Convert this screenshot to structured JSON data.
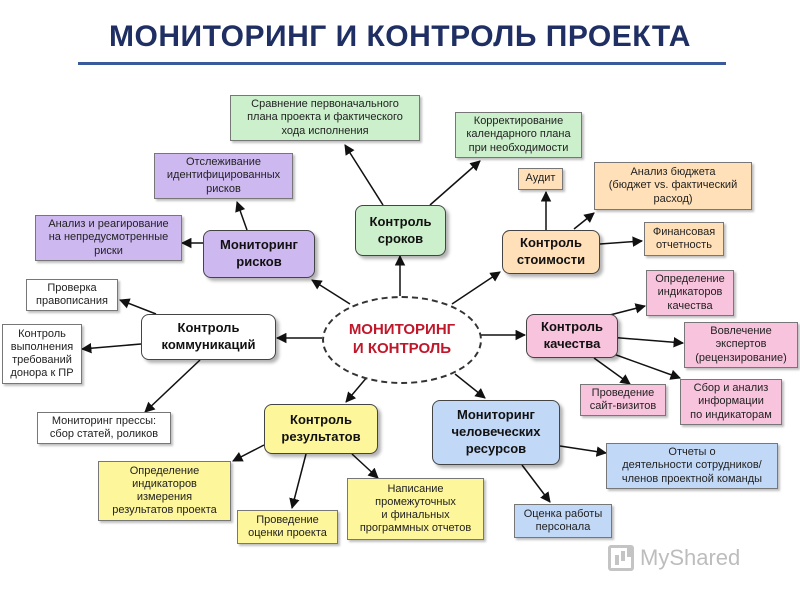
{
  "title": "МОНИТОРИНГ И КОНТРОЛЬ ПРОЕКТА",
  "colors": {
    "title": "#1f2f63",
    "center_text": "#c0172a",
    "green": "#ccefcc",
    "purple": "#cdb8f0",
    "orange": "#ffe0b8",
    "pink": "#f8c3dd",
    "blue": "#c2d8f7",
    "yellow": "#fdf69a",
    "white": "#ffffff"
  },
  "center": {
    "line1": "МОНИТОРИНГ",
    "line2": "И КОНТРОЛЬ"
  },
  "hubs": {
    "schedule": {
      "line1": "Контроль",
      "line2": "сроков"
    },
    "risks": {
      "line1": "Мониторинг",
      "line2": "рисков"
    },
    "cost": {
      "line1": "Контроль",
      "line2": "стоимости"
    },
    "communications": {
      "line1": "Контроль",
      "line2": "коммуникаций"
    },
    "quality": {
      "line1": "Контроль",
      "line2": "качества"
    },
    "results": {
      "line1": "Контроль",
      "line2": "результатов"
    },
    "hr": {
      "line1": "Мониторинг",
      "line2": "человеческих",
      "line3": "ресурсов"
    }
  },
  "notes": {
    "plan_vs_actual": {
      "line1": "Сравнение первоначального",
      "line2": "плана проекта и фактического",
      "line3": "хода исполнения"
    },
    "schedule_adjust": {
      "line1": "Корректирование",
      "line2": "календарного плана",
      "line3": "при необходимости"
    },
    "track_risks": {
      "line1": "Отслеживание",
      "line2": "идентифицированных",
      "line3": "рисков"
    },
    "respond_risks": {
      "line1": "Анализ и реагирование",
      "line2": "на непредусмотренные",
      "line3": "риски"
    },
    "audit": {
      "line1": "Аудит"
    },
    "budget_analysis": {
      "line1": "Анализ бюджета",
      "line2": "(бюджет vs. фактический",
      "line3": "расход)"
    },
    "financial_report": {
      "line1": "Финансовая",
      "line2": "отчетность"
    },
    "spell_check": {
      "line1": "Проверка",
      "line2": "правописания"
    },
    "donor_requirements": {
      "line1": "Контроль",
      "line2": "выполнения",
      "line3": "требований",
      "line4": "донора к ПР"
    },
    "press_monitoring": {
      "line1": "Мониторинг прессы:",
      "line2": "сбор статей, роликов"
    },
    "define_indicators": {
      "line1": "Определение",
      "line2": "индикаторов",
      "line3": "качества"
    },
    "expert_review": {
      "line1": "Вовлечение",
      "line2": "экспертов",
      "line3": "(рецензирование)"
    },
    "site_visits": {
      "line1": "Проведение",
      "line2": "сайт-визитов"
    },
    "indicator_data": {
      "line1": "Сбор и анализ",
      "line2": "информации",
      "line3": "по индикаторам"
    },
    "result_indicators": {
      "line1": "Определение",
      "line2": "индикаторов",
      "line3": "измерения",
      "line4": "результатов проекта"
    },
    "project_evaluation": {
      "line1": "Проведение",
      "line2": "оценки проекта"
    },
    "program_reports": {
      "line1": "Написание",
      "line2": "промежуточных",
      "line3": "и финальных",
      "line4": "программных отчетов"
    },
    "staff_reports": {
      "line1": "Отчеты о",
      "line2": "деятельности сотрудников/",
      "line3": "членов проектной команды"
    },
    "staff_evaluation": {
      "line1": "Оценка работы",
      "line2": "персонала"
    }
  },
  "watermark": {
    "label": "MyShared"
  }
}
